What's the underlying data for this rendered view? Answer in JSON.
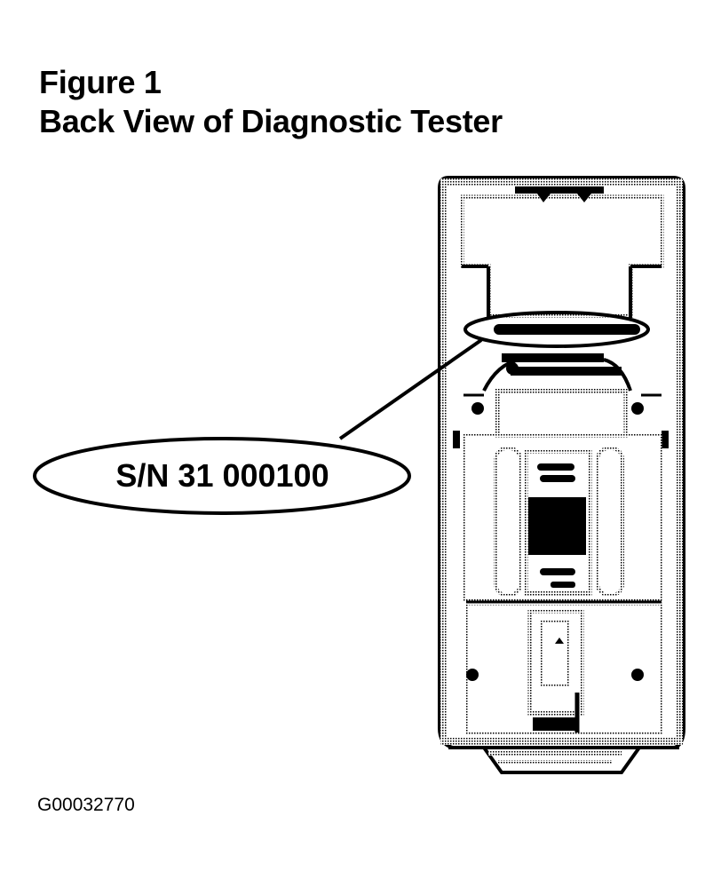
{
  "figure": {
    "label": "Figure 1",
    "title": "Back View of Diagnostic Tester",
    "id": "G00032770"
  },
  "callout": {
    "text": "S/N 31 000100",
    "target": "serial-number-label"
  },
  "colors": {
    "ink": "#000000",
    "halftone": "#888888",
    "background": "#ffffff"
  }
}
